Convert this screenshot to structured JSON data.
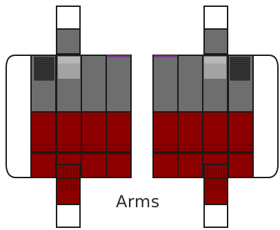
{
  "caption": "Arms",
  "colors": {
    "background": "#ffffff",
    "outline": "#1a1a1a",
    "grey": "#6e6e6e",
    "grey_dark": "#5f5f5f",
    "grey_light": "#a3a3a3",
    "grey_lighter": "#b8b8b8",
    "red": "#8e0000",
    "red_line": "#5a0000",
    "white": "#ffffff",
    "purple_accent": "#7a3a8a",
    "vent_dark": "#3a3a3a"
  },
  "parts": [
    {
      "name": "left-arm",
      "mirrored": false
    },
    {
      "name": "right-arm",
      "mirrored": true
    }
  ]
}
